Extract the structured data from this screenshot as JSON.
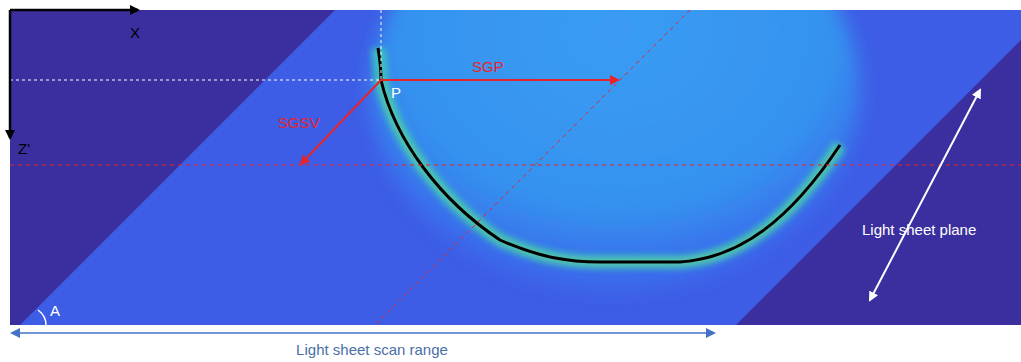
{
  "diagram": {
    "labels": [
      "X",
      "Z'",
      "SGP",
      "P",
      "SGSV",
      "Light sheet plane",
      "A",
      "Light sheet scan range"
    ]
  }
}
